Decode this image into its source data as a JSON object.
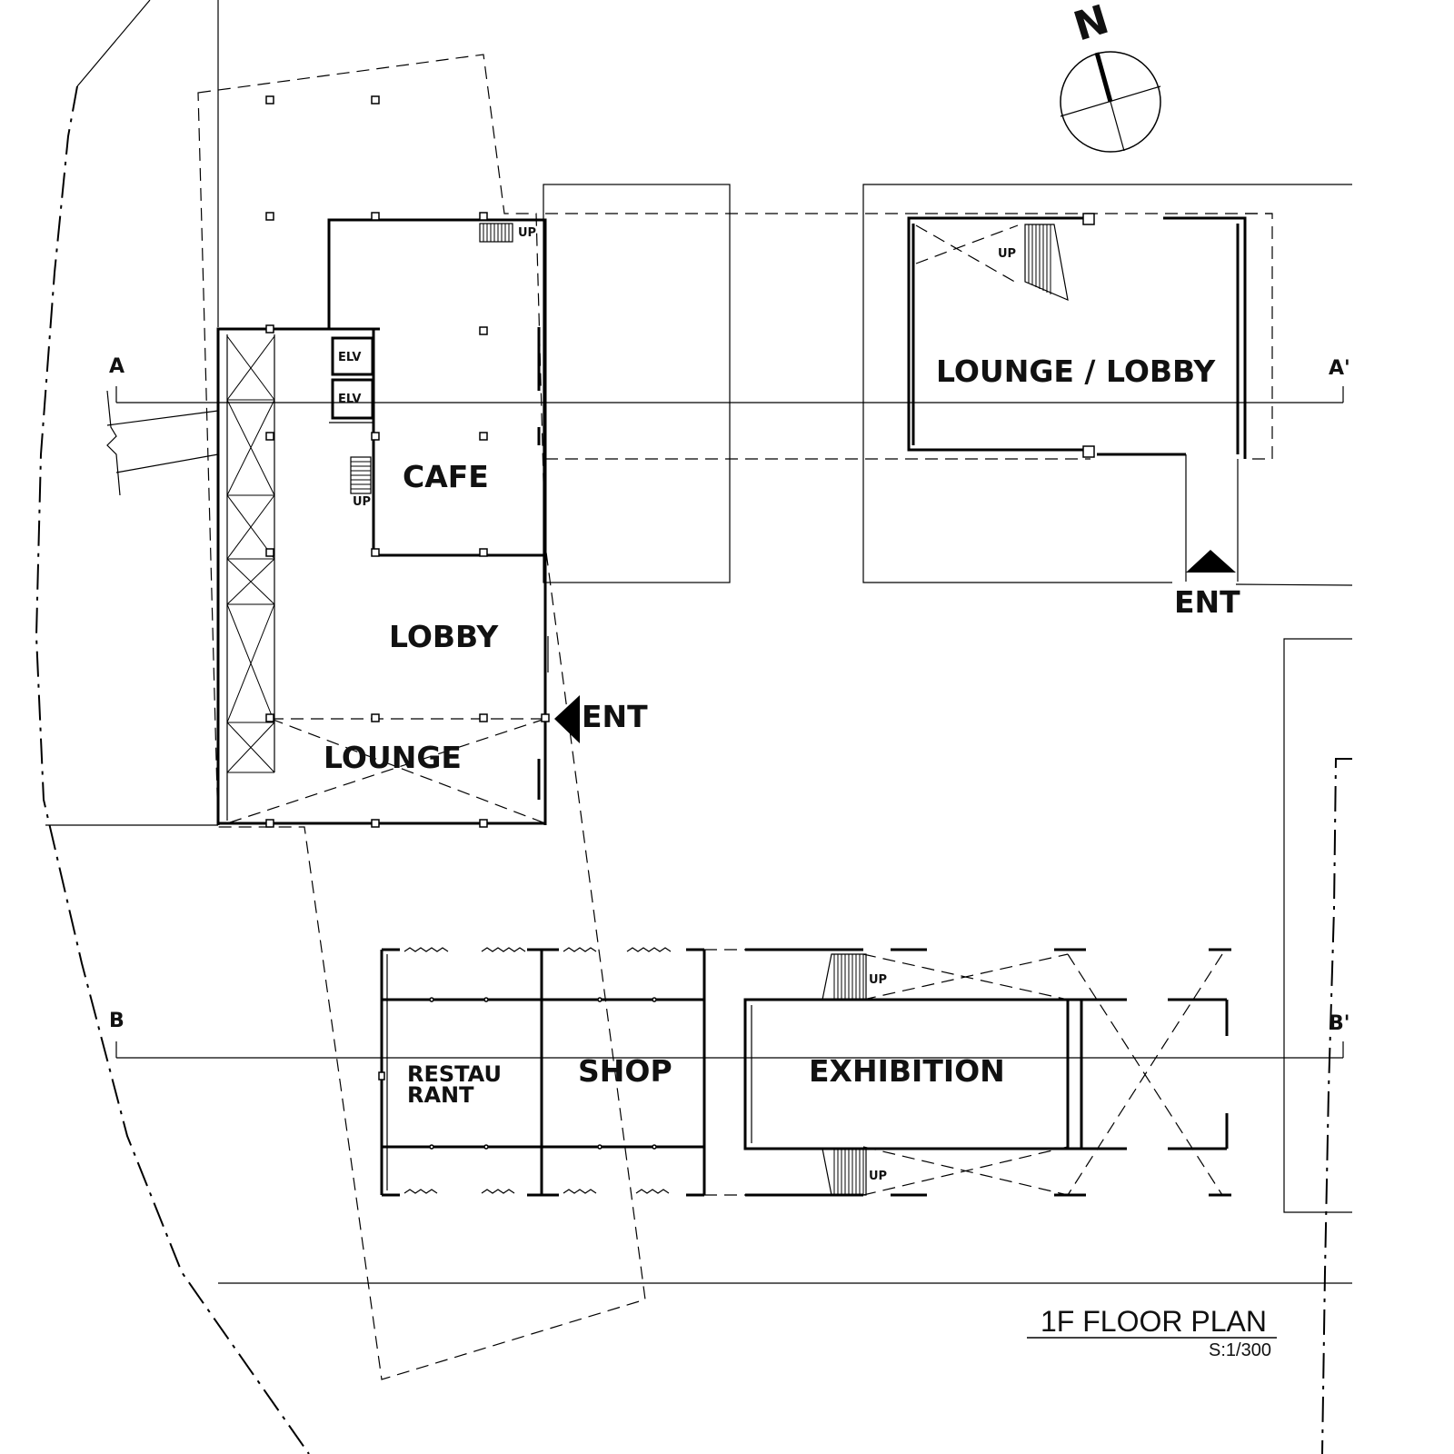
{
  "title": "1F FLOOR PLAN",
  "scale": "S:1/300",
  "north_label": "N",
  "rooms": {
    "cafe": "CAFE",
    "lobby": "LOBBY",
    "lounge": "LOUNGE",
    "lounge_lobby": "LOUNGE / LOBBY",
    "restaurant_line1": "RESTAU",
    "restaurant_line2": "RANT",
    "shop": "SHOP",
    "exhibition": "EXHIBITION",
    "elv": "ELV"
  },
  "labels": {
    "up": "UP",
    "ent": "ENT"
  },
  "section_marks": {
    "a": "A",
    "a_prime": "A'",
    "b": "B",
    "b_prime": "B'"
  }
}
